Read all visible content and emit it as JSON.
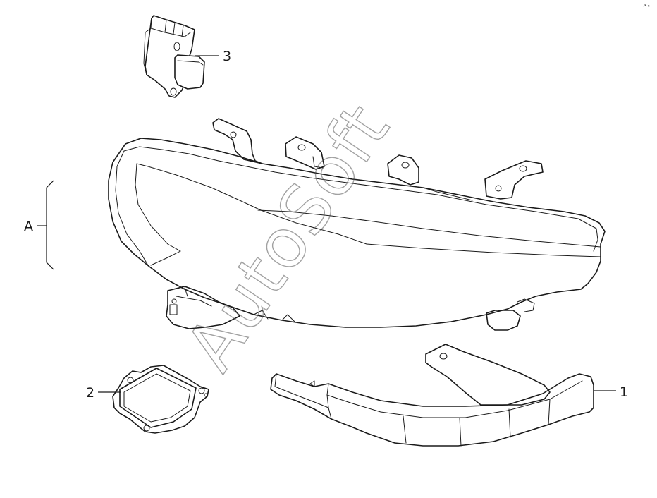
{
  "watermark": "AutoSoft",
  "corner_mark": "↗ ⇤",
  "callouts": {
    "a": "A",
    "p1": "1",
    "p2": "2",
    "p3": "3"
  },
  "parts": [
    {
      "callout": "1",
      "icon": "lower-trim-bracket-icon"
    },
    {
      "callout": "2",
      "icon": "control-module-icon"
    },
    {
      "callout": "3",
      "icon": "bulb-socket-icon"
    },
    {
      "callout": "A",
      "icon": "headlamp-assembly-icon"
    }
  ]
}
